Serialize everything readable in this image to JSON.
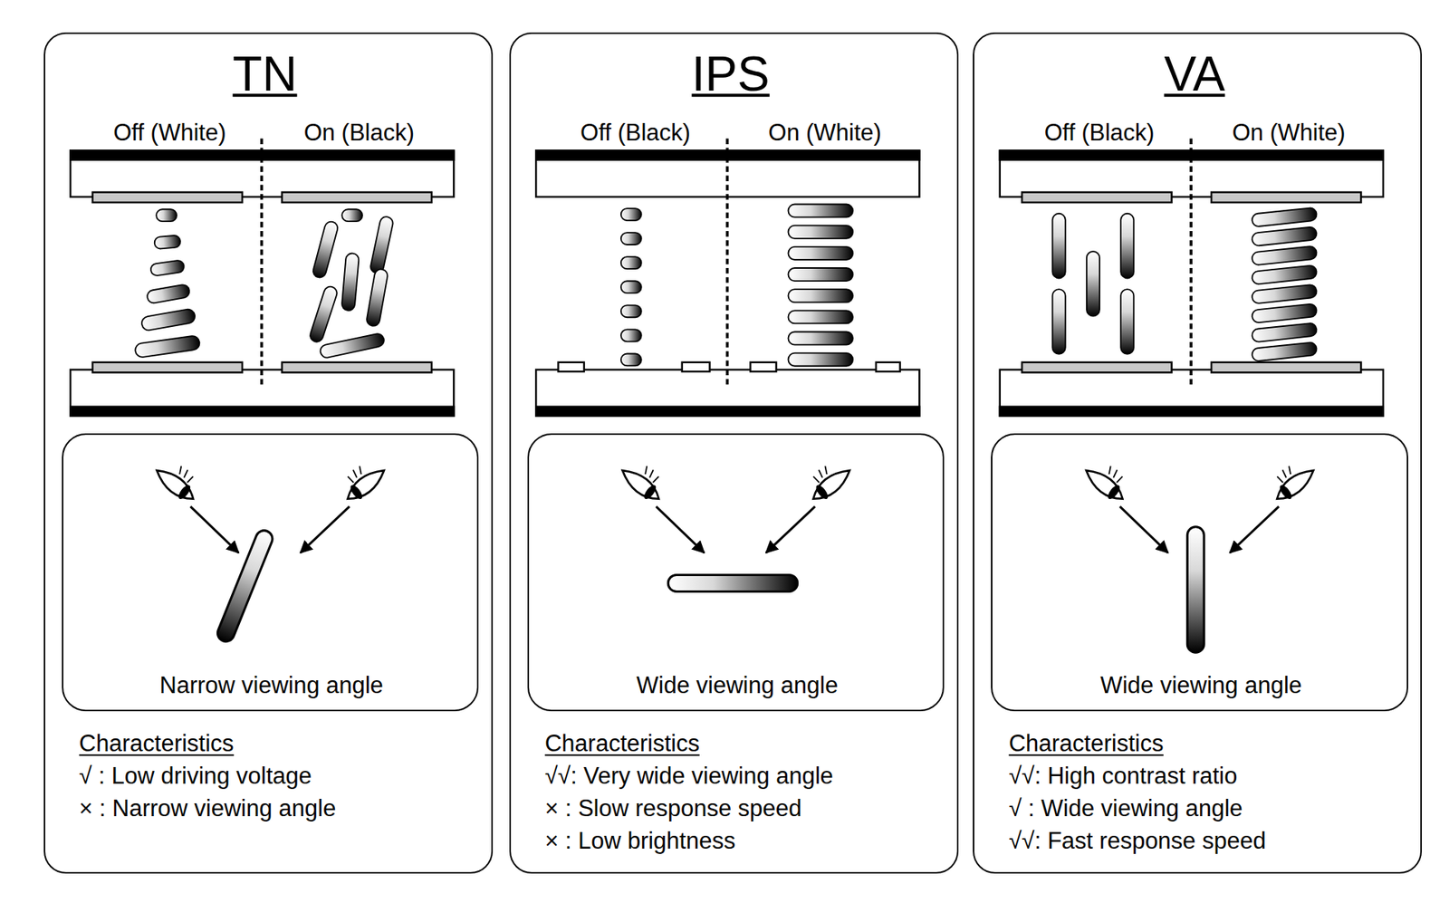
{
  "diagram": {
    "nodes": [
      {
        "text": [
          "TN",
          "Off (White)",
          "On (Black)",
          "Characteristics",
          "√ : Low driving voltage",
          "× : Narrow viewing angle"
        ]
      },
      {
        "text": [
          "Narrow viewing angle"
        ],
        "in": 0
      },
      {
        "text": [
          "IPS",
          "Off (Black)",
          "On (White)",
          "Characteristics",
          "√√: Very wide viewing angle",
          "× : Slow response speed",
          "× : Low brightness"
        ]
      },
      {
        "text": [
          "Wide viewing angle"
        ],
        "in": 2
      },
      {
        "text": [
          "VA",
          "Off (Black)",
          "On (White)",
          "Characteristics",
          "√√: High contrast ratio",
          "√ : Wide viewing angle",
          "√√: Fast response speed"
        ]
      },
      {
        "text": [
          "Wide viewing angle"
        ],
        "in": 4
      }
    ]
  }
}
